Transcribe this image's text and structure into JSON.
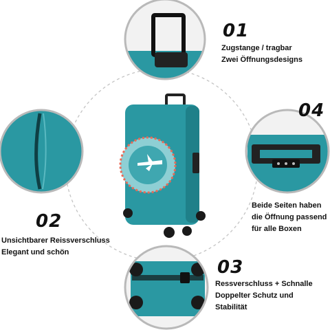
{
  "colors": {
    "cover": "#2a98a2",
    "cover_dark": "#1c7a84",
    "ring": "#b9b9b9",
    "text": "#111111"
  },
  "features": [
    {
      "number": "01",
      "lines": [
        "Zugstange / tragbar",
        "Zwei Öffnungsdesigns"
      ]
    },
    {
      "number": "02",
      "lines": [
        "Unsichtbarer Reissverschluss",
        "Elegant und schön"
      ]
    },
    {
      "number": "03",
      "lines": [
        "Ressverschluss + Schnalle",
        "Doppelter Schutz und",
        "Stabilität"
      ]
    },
    {
      "number": "04",
      "lines": [
        "Beide Seiten haben",
        "die Öffnung passend",
        "für alle Boxen"
      ]
    }
  ]
}
